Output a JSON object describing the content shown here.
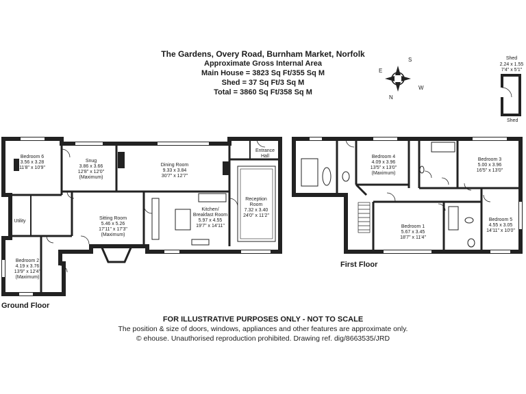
{
  "header": {
    "title": "The Gardens, Overy Road, Burnham Market, Norfolk",
    "subtitle": "Approximate Gross Internal Area",
    "main_house": "Main House = 3823 Sq Ft/355 Sq M",
    "shed": "Shed = 37 Sq Ft/3 Sq M",
    "total": "Total = 3860 Sq Ft/358 Sq M"
  },
  "compass": {
    "n": "N",
    "e": "E",
    "s": "S",
    "w": "W"
  },
  "shed_plan": {
    "name": "Shed",
    "m": "2.24 x 1.55",
    "ft": "7'4\" x 5'1\"",
    "caption": "Shed"
  },
  "floors": {
    "ground": "Ground Floor",
    "first": "First Floor"
  },
  "rooms": {
    "bedroom6": {
      "name": "Bedroom 6",
      "m": "3.56 x 3.28",
      "ft": "11'8\" x 10'9\""
    },
    "snug": {
      "name": "Snug",
      "m": "3.86 x 3.66",
      "ft": "12'8\" x 12'0\"",
      "note": "(Maximum)"
    },
    "dining": {
      "name": "Dining Room",
      "m": "9.33 x 3.84",
      "ft": "30'7\" x 12'7\""
    },
    "entrance": {
      "name1": "Entrance",
      "name2": "Hall"
    },
    "reception": {
      "name1": "Reception",
      "name2": "Room",
      "m": "7.32 x 3.40",
      "ft": "24'0\" x 11'2\""
    },
    "kitchen": {
      "name1": "Kitchen/",
      "name2": "Breakfast Room",
      "m": "5.97 x 4.55",
      "ft": "19'7\" x 14'11\""
    },
    "sitting": {
      "name": "Sitting Room",
      "m": "5.46 x 5.26",
      "ft": "17'11\" x 17'3\"",
      "note": "(Maximum)"
    },
    "utility": {
      "name": "Utility"
    },
    "bedroom2": {
      "name": "Bedroom 2",
      "m": "4.19 x 3.76",
      "ft": "13'9\" x 12'4\"",
      "note": "(Maximum)"
    },
    "bedroom4": {
      "name": "Bedroom 4",
      "m": "4.09 x 3.96",
      "ft": "13'5\" x 13'0\"",
      "note": "(Maximum)"
    },
    "bedroom3": {
      "name": "Bedroom 3",
      "m": "5.00 x 3.96",
      "ft": "16'5\" x 13'0\""
    },
    "bedroom1": {
      "name": "Bedroom 1",
      "m": "5.67 x 3.45",
      "ft": "18'7\" x 11'4\""
    },
    "bedroom5": {
      "name": "Bedroom 5",
      "m": "4.55 x 3.05",
      "ft": "14'11\" x 10'0\""
    }
  },
  "footer": {
    "disclaimer": "FOR ILLUSTRATIVE PURPOSES ONLY - NOT TO SCALE",
    "line2": "The position & size of doors, windows, appliances and other features are approximate only.",
    "line3": "© ehouse. Unauthorised reproduction prohibited. Drawing ref. dig/8663535/JRD"
  }
}
